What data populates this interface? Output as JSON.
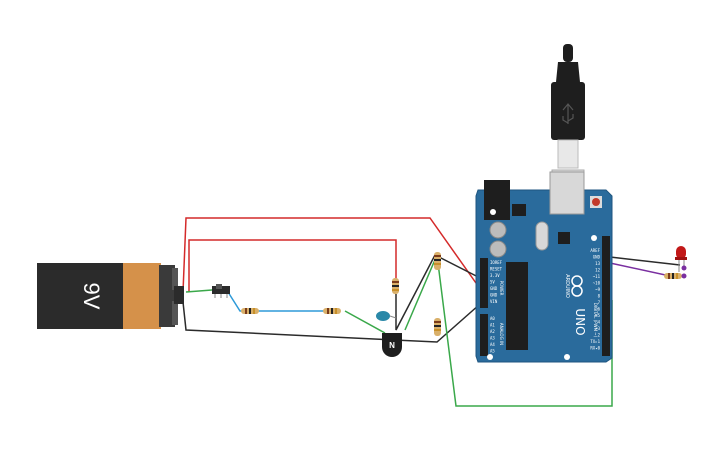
{
  "colors": {
    "background": "#ffffff",
    "wire_red": "#d42a2a",
    "wire_black": "#2b2b2b",
    "wire_green": "#3aa84a",
    "wire_blue": "#2e9ad8",
    "wire_purple": "#7a2fa0",
    "board_blue": "#2a6b9c",
    "board_edge": "#1f5680",
    "battery_body": "#2b2b2b",
    "battery_wrap": "#d5914a",
    "led_red": "#c21818",
    "led_blue": "#2a88a8",
    "transistor": "#1e1e1e"
  },
  "icons": [
    "battery-9v-icon",
    "slide-switch-icon",
    "resistor-icon",
    "led-icon",
    "npn-transistor-icon",
    "usb-cable-icon",
    "arduino-uno-icon"
  ],
  "battery": {
    "label": "9V"
  },
  "transistor": {
    "label": "N"
  },
  "arduino": {
    "model_label": "UNO",
    "brand_label": "ARDUINO",
    "header_label": "DIGITAL (PWM ~)",
    "power_label": "POWER",
    "analog_label": "ANALOG IN",
    "power_pins": [
      "IOREF",
      "RESET",
      "3.3V",
      "5V",
      "GND",
      "GND",
      "VIN"
    ],
    "analog_pins": [
      "A0",
      "A1",
      "A2",
      "A3",
      "A4",
      "A5"
    ],
    "digital_pins": [
      "AREF",
      "GND",
      "13",
      "12",
      "~11",
      "~10",
      "~9",
      "8",
      "7",
      "~6",
      "~5",
      "4",
      "~3",
      "2",
      "TX▸1",
      "RX◂0"
    ]
  }
}
